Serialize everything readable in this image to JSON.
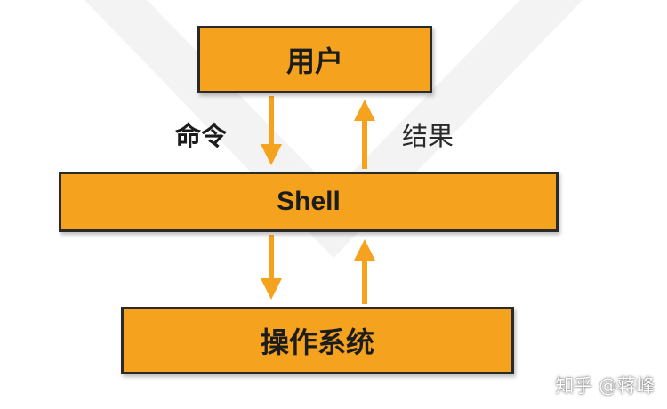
{
  "diagram": {
    "user_box": "用户",
    "shell_box": "Shell",
    "os_box": "操作系统",
    "command_label": "命令",
    "result_label": "结果"
  },
  "watermark": "知乎 @蒋峰",
  "colors": {
    "box_fill": "#f5a31f",
    "box_border": "#2a2a2a",
    "arrow": "#f5a31f"
  }
}
